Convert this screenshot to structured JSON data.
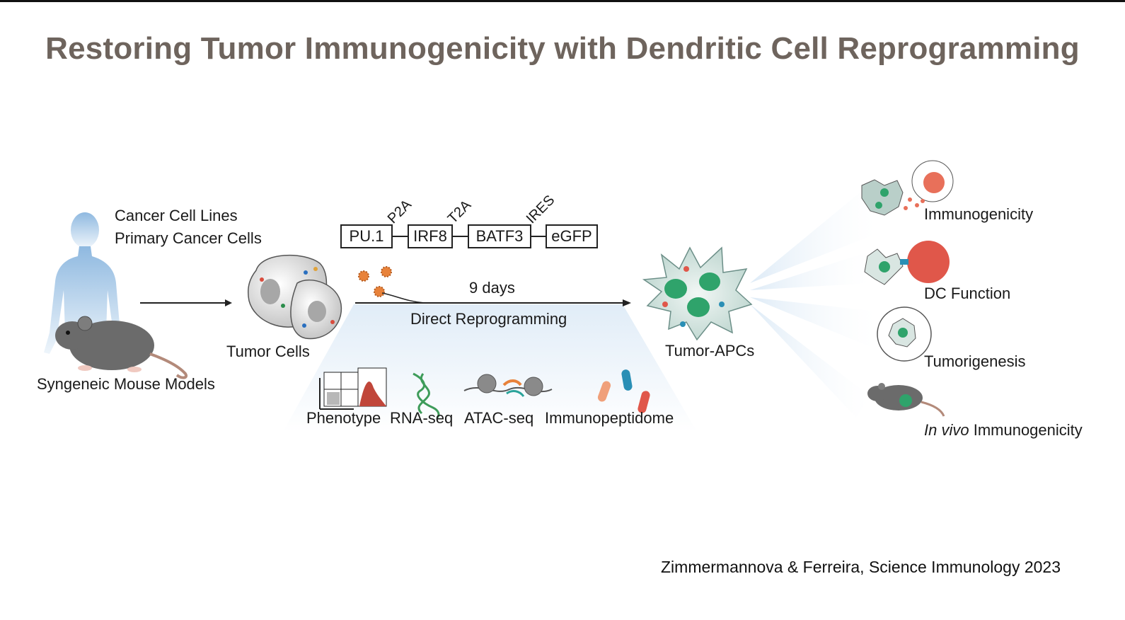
{
  "title": "Restoring Tumor Immunogenicity with Dendritic Cell Reprogramming",
  "source": {
    "label_line1": "Cancer Cell Lines",
    "label_line2": "Primary Cancer Cells",
    "label_mouse": "Syngeneic Mouse Models"
  },
  "tumor_cells_label": "Tumor Cells",
  "construct": {
    "genes": [
      "PU.1",
      "IRF8",
      "BATF3",
      "eGFP"
    ],
    "linkers": [
      "P2A",
      "T2A",
      "IRES"
    ]
  },
  "process": {
    "duration": "9 days",
    "name": "Direct Reprogramming"
  },
  "assays": [
    "Phenotype",
    "RNA-seq",
    "ATAC-seq",
    "Immunopeptidome"
  ],
  "product_label": "Tumor-APCs",
  "outcomes": {
    "immunogenicity": "Immunogenicity",
    "dc_function": "DC Function",
    "tumorigenesis": "Tumorigenesis",
    "in_vivo_prefix": "In vivo",
    "in_vivo_suffix": " Immunogenicity"
  },
  "citation": "Zimmermannova & Ferreira, Science Immunology 2023",
  "colors": {
    "title": "#6e645d",
    "tumor_apc_green": "#2fa36b",
    "cell_grey": "#d9d9d9",
    "mouse_grey": "#6b6b6b",
    "human_blue": "#a9cbe8",
    "target_cell_red": "#e8705a"
  }
}
